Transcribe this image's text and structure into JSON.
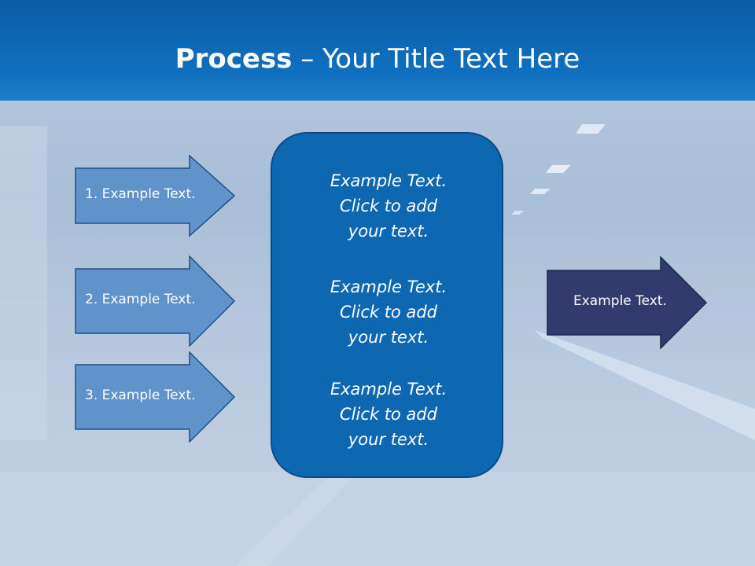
{
  "title": {
    "bold": "Process",
    "rest": " – Your Title Text Here"
  },
  "input_arrows": [
    {
      "label": "1. Example Text."
    },
    {
      "label": "2. Example Text."
    },
    {
      "label": "3. Example Text."
    }
  ],
  "center_box": {
    "blocks": [
      {
        "lines": [
          "Example Text.",
          "Click  to add",
          "your text."
        ]
      },
      {
        "lines": [
          "Example Text.",
          "Click  to add",
          "your text."
        ]
      },
      {
        "lines": [
          "Example Text.",
          "Click  to add",
          "your text."
        ]
      }
    ]
  },
  "output_arrow": {
    "label": "Example Text."
  },
  "colors": {
    "title_bar": "#0f6fbe",
    "input_arrow_fill": "#5f93c9",
    "center_fill": "#0e68b1",
    "output_arrow_fill": "#333a6e"
  }
}
